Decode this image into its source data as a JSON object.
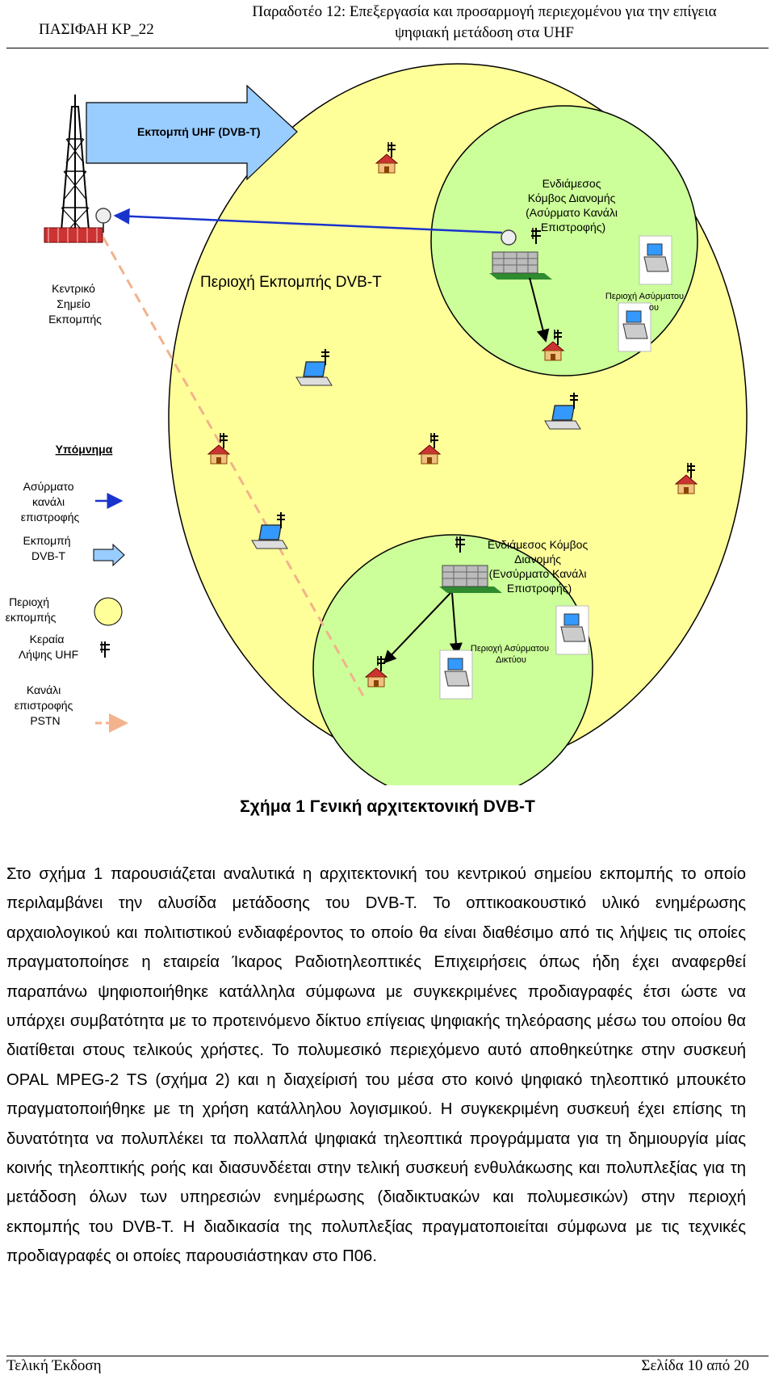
{
  "header": {
    "left": "ΠΑΣΙΦΑΗ ΚΡ_22",
    "right_line1": "Παραδοτέο 12: Επεξεργασία και προσαρμογή περιεχομένου για την επίγεια",
    "right_line2": "ψηφιακή μετάδοση στα UHF"
  },
  "diagram": {
    "arrow_label": "Εκπομπή UHF (DVB-T)",
    "central_station": [
      "Κεντρικό",
      "Σημείο",
      "Εκπομπής"
    ],
    "broadcast_area": "Περιοχή Εκπομπής  DVB-T",
    "wireless_node": [
      "Ενδιάμεσος",
      "Κόμβος Διανομής",
      "(Ασύρματο Κανάλι",
      "Επιστροφής)"
    ],
    "wireless_area_top": [
      "Περιοχή Ασύρματου",
      "ου"
    ],
    "wired_node": [
      "Ενδιάμεσος Κόμβος",
      "Διανομής",
      "(Ενσύρματο Κανάλι",
      "Επιστροφής)"
    ],
    "wireless_area_bottom": [
      "Περιοχή Ασύρματου",
      "Δικτύου"
    ],
    "legend": {
      "title": "Υπόμνημα",
      "wireless_return": [
        "Ασύρματο",
        "κανάλι",
        "επιστροφής"
      ],
      "dvbt_broadcast": [
        "Εκπομπή",
        "DVB-T"
      ],
      "broadcast_area": [
        "Περιοχή",
        "εκπομπής"
      ],
      "uhf_antenna": [
        "Κεραία",
        "Λήψης UHF"
      ],
      "pstn_return": [
        "Κανάλι",
        "επιστροφής",
        "PSTN"
      ]
    }
  },
  "caption": "Σχήμα 1 Γενική αρχιτεκτονική DVB-T",
  "body": "Στο σχήμα 1 παρουσιάζεται αναλυτικά η αρχιτεκτονική του κεντρικού σημείου εκπομπής το οποίο περιλαμβάνει την αλυσίδα μετάδοσης του DVB-T. Το οπτικοακουστικό υλικό ενημέρωσης αρχαιολογικού και πολιτιστικού ενδιαφέροντος το οποίο θα είναι διαθέσιμο από τις λήψεις τις οποίες πραγματοποίησε η εταιρεία Ίκαρος Ραδιοτηλεοπτικές Επιχειρήσεις όπως ήδη έχει αναφερθεί παραπάνω ψηφιοποιήθηκε κατάλληλα σύμφωνα με συγκεκριμένες προδιαγραφές έτσι ώστε να υπάρχει συμβατότητα με το προτεινόμενο δίκτυο επίγειας ψηφιακής τηλεόρασης μέσω του οποίου θα διατίθεται στους τελικούς χρήστες. Το πολυμεσικό περιεχόμενο αυτό αποθηκεύτηκε στην συσκευή OPAL MPEG-2 TS (σχήμα 2) και η διαχείρισή του μέσα στο κοινό ψηφιακό τηλεοπτικό μπουκέτο πραγματοποιήθηκε με τη χρήση κατάλληλου λογισμικού. Η συγκεκριμένη συσκευή έχει επίσης τη δυνατότητα να πολυπλέκει τα πολλαπλά ψηφιακά τηλεοπτικά προγράμματα για τη δημιουργία μίας κοινής τηλεοπτικής ροής και διασυνδέεται στην τελική συσκευή ενθυλάκωσης και πολυπλεξίας για τη μετάδοση  όλων των υπηρεσιών ενημέρωσης (διαδικτυακών και πολυμεσικών) στην περιοχή εκπομπής του DVB-T. Η διαδικασία της πολυπλεξίας πραγματοποιείται σύμφωνα με τις τεχνικές προδιαγραφές οι οποίες παρουσιάστηκαν στο Π06.",
  "footer": {
    "left": "Τελική Έκδοση",
    "right": "Σελίδα 10 από 20"
  },
  "colors": {
    "broadcast_area": "#ffff9a",
    "node_area": "#ccff99",
    "dvbt_arrow": "#99ccff",
    "wireless_return": "#1a33cc",
    "pstn_return": "#f2b28c"
  },
  "icons": [
    "transmitter-tower-icon",
    "satellite-dish-icon",
    "house-antenna-icon",
    "laptop-icon",
    "distribution-server-icon",
    "uhf-antenna-icon"
  ]
}
